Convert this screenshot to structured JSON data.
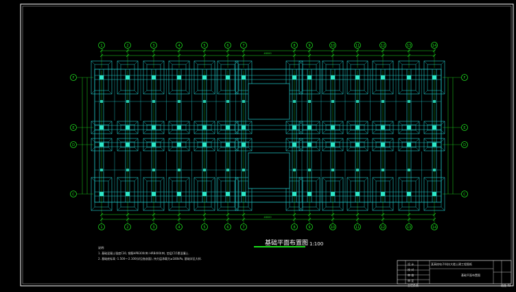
{
  "drawing": {
    "title": "基础平面布置图",
    "scale": "1:100",
    "axis_labels_horizontal": [
      "1",
      "2",
      "3",
      "4",
      "5",
      "6",
      "7",
      "8",
      "9",
      "10",
      "11",
      "12",
      "13",
      "14"
    ],
    "axis_labels_vertical": [
      "F",
      "E",
      "D",
      "C"
    ],
    "total_dimension": "48000",
    "notes": {
      "heading": "说明:",
      "lines": [
        "1. 基础混凝土强度C30, 钢筋HPB300(Φ) HRB400(Φ), 垫层C15素混凝土.",
        "2. 基础底标高 -1.500~-2.100(详见各剖面), 持力层承载力≥180kPa, 基础详见大样."
      ]
    },
    "title_block": {
      "project": "某高校电子科技大楼土建工程图纸",
      "drawing_name": "基础平面布置图",
      "sheet": "结施-03",
      "rows": [
        "设 计",
        "校 对",
        "审 核",
        "审 定",
        "工程负责"
      ]
    }
  },
  "colors": {
    "background": "#000000",
    "beam": "#22d3d3",
    "column": "#2ee8c8",
    "axis_bubble": "#1fe01f",
    "dimension": "#1fe01f",
    "border": "#ffffff"
  }
}
